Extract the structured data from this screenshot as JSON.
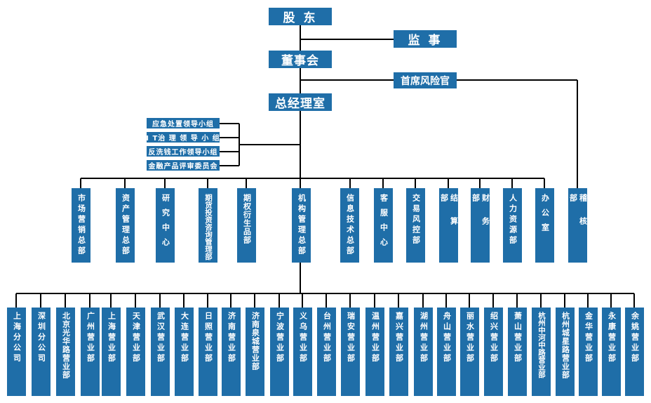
{
  "top": {
    "shareholders": "股 东",
    "supervisor": "监 事",
    "board": "董事会",
    "cro": "首席风险官",
    "gm_office": "总经理室"
  },
  "groups": [
    "应急处置领导小组",
    "I T治 理 领 导 小 组",
    "反洗钱工作领导小组",
    "金融产品评审委员会"
  ],
  "departments": [
    "市场营销总部",
    "资产管理总部",
    "研究中心",
    "期货投资咨询管理部",
    "期权衍生品部",
    "机构管理总部",
    "信息技术总部",
    "客服中心",
    "交易风控部",
    "结算部",
    "财务部",
    "人力资源部",
    "办公室",
    "稽核部"
  ],
  "branches": [
    "上海分公司",
    "深圳分公司",
    "北京光华路营业部",
    "广州营业部",
    "上海营业部",
    "天津营业部",
    "武汉营业部",
    "大连营业部",
    "日照营业部",
    "济南营业部",
    "济南泉城营业部",
    "宁波营业部",
    "义乌营业部",
    "台州营业部",
    "瑞安营业部",
    "温州营业部",
    "嘉兴营业部",
    "湖州营业部",
    "舟山营业部",
    "丽水营业部",
    "绍兴营业部",
    "萧山营业部",
    "杭州中河中路营业部",
    "杭州城星路营业部",
    "金华营业部",
    "永康营业部",
    "余姚营业部"
  ],
  "colors": {
    "box": "#1f6ea8",
    "line": "#000000",
    "text": "#ffffff"
  }
}
